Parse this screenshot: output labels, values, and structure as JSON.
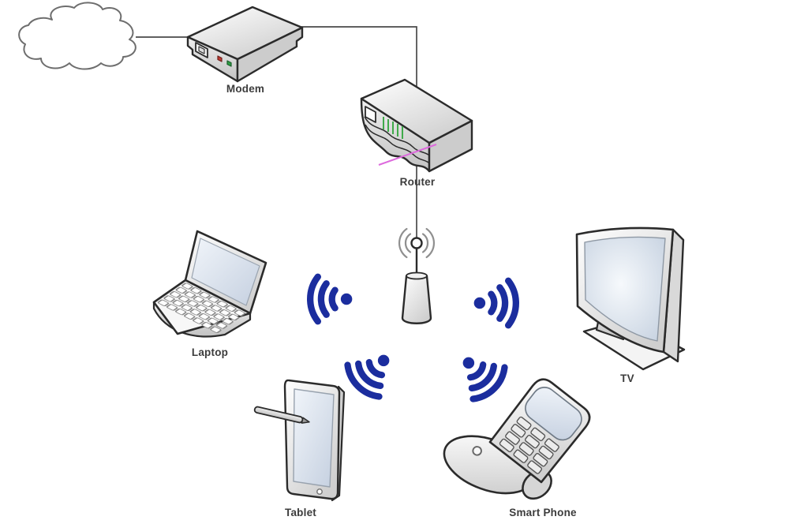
{
  "app": {
    "type": "home-network-topology-diagram",
    "background_color": "#ffffff"
  },
  "labels": {
    "modem": "Modem",
    "router": "Router",
    "laptop": "Laptop",
    "tv": "TV",
    "tablet": "Tablet",
    "smartphone": "Smart Phone"
  },
  "nodes": [
    {
      "id": "internet-cloud",
      "kind": "cloud",
      "label": ""
    },
    {
      "id": "modem",
      "kind": "modem",
      "label": "Modem"
    },
    {
      "id": "router",
      "kind": "router",
      "label": "Router"
    },
    {
      "id": "wifi-antenna",
      "kind": "antenna",
      "label": ""
    },
    {
      "id": "laptop",
      "kind": "laptop",
      "label": "Laptop"
    },
    {
      "id": "tv",
      "kind": "television",
      "label": "TV"
    },
    {
      "id": "tablet",
      "kind": "tablet-with-stylus",
      "label": "Tablet"
    },
    {
      "id": "smartphone",
      "kind": "smart-phone",
      "label": "Smart Phone"
    }
  ],
  "connections": [
    {
      "from": "internet-cloud",
      "to": "modem",
      "type": "wired"
    },
    {
      "from": "modem",
      "to": "router",
      "type": "wired"
    },
    {
      "from": "router",
      "to": "wifi-antenna",
      "type": "wired"
    },
    {
      "from": "wifi-antenna",
      "to": "laptop",
      "type": "wireless"
    },
    {
      "from": "wifi-antenna",
      "to": "tv",
      "type": "wireless"
    },
    {
      "from": "wifi-antenna",
      "to": "tablet",
      "type": "wireless"
    },
    {
      "from": "wifi-antenna",
      "to": "smartphone",
      "type": "wireless"
    }
  ],
  "colors": {
    "wifi_signal_blue": "#1b2d9e",
    "device_outline": "#2b2b2b",
    "connector_line": "#4a4a4a",
    "cloud_outline": "#6e6e6e",
    "router_led_green": "#3faa4a",
    "router_cable_magenta": "#dd6add",
    "modem_led_red": "#c03a32",
    "modem_led_green": "#2e9e44",
    "label_text": "#3c3c3c"
  },
  "icons": {
    "wifi": "wifi-signal-icon (dot with three arcs, radiating from antenna toward each device)",
    "antenna": "antenna-icon (cone base, rod, ball with radio arcs)"
  }
}
